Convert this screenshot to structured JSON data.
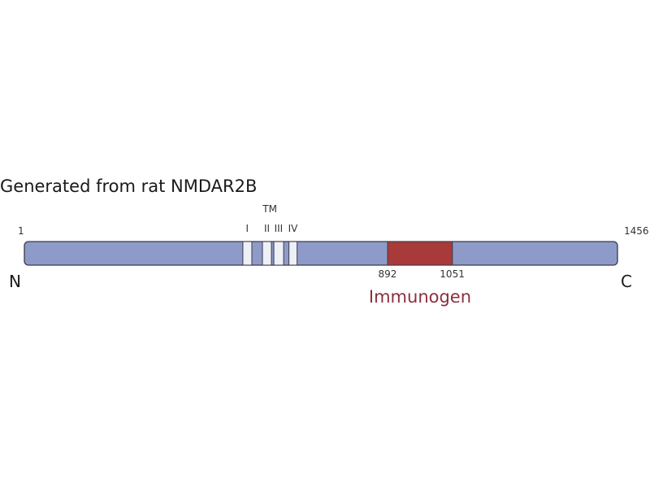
{
  "title": "Generated from rat NMDAR2B",
  "protein": {
    "length": 1456,
    "start_label": "1",
    "end_label": "1456",
    "n_terminus": "N",
    "c_terminus": "C",
    "body_color": "#8e9bc8",
    "outline_color": "#3a3a4a"
  },
  "tm_group_label": "TM",
  "tm_domains": [
    {
      "label": "I",
      "start": 537,
      "end": 559
    },
    {
      "label": "II",
      "start": 585,
      "end": 607
    },
    {
      "label": "III",
      "start": 613,
      "end": 637
    },
    {
      "label": "IV",
      "start": 650,
      "end": 670
    }
  ],
  "tm_color": "#eef0f7",
  "immunogen": {
    "label": "Immunogen",
    "start": 892,
    "end": 1051,
    "start_label": "892",
    "end_label": "1051",
    "color": "#a83a3a",
    "label_color": "#8c2f3f"
  }
}
